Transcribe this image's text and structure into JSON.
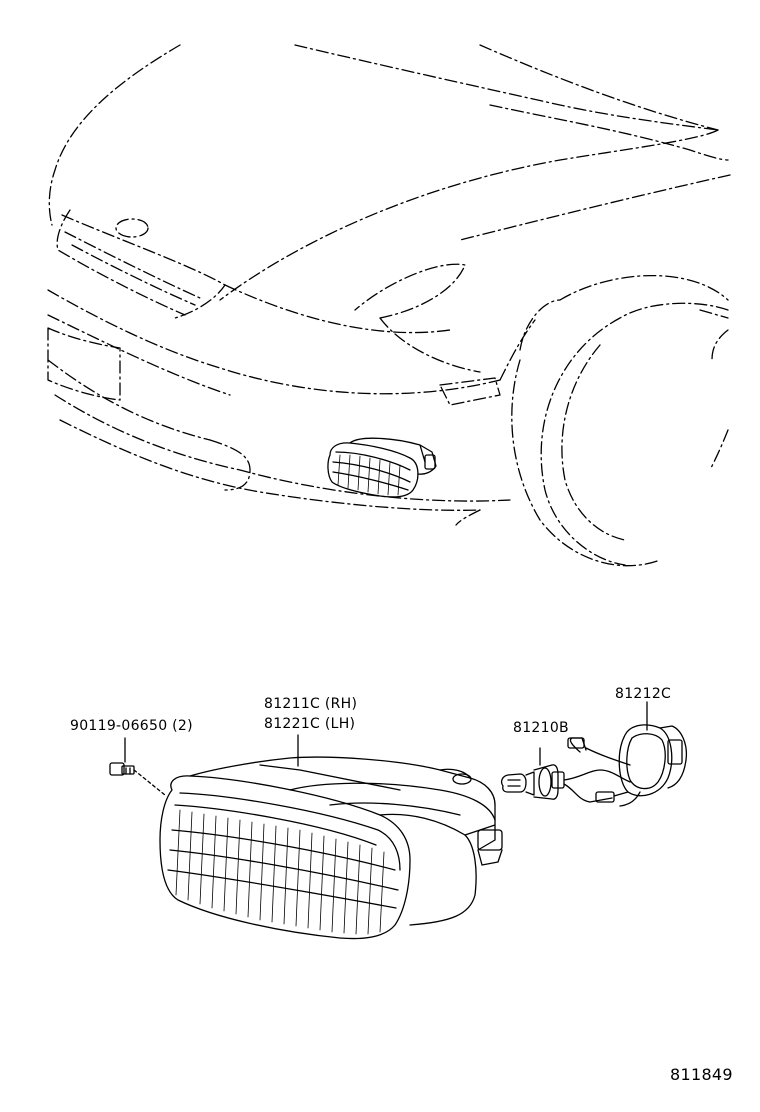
{
  "diagram": {
    "part_labels": {
      "bolt": "90119-06650 (2)",
      "fog_lamp_rh": "81211C (RH)",
      "fog_lamp_lh": "81221C (LH)",
      "bulb": "81210B",
      "socket": "81212C"
    },
    "figure_number": "811849",
    "line_color": "#000000",
    "background": "#ffffff"
  }
}
